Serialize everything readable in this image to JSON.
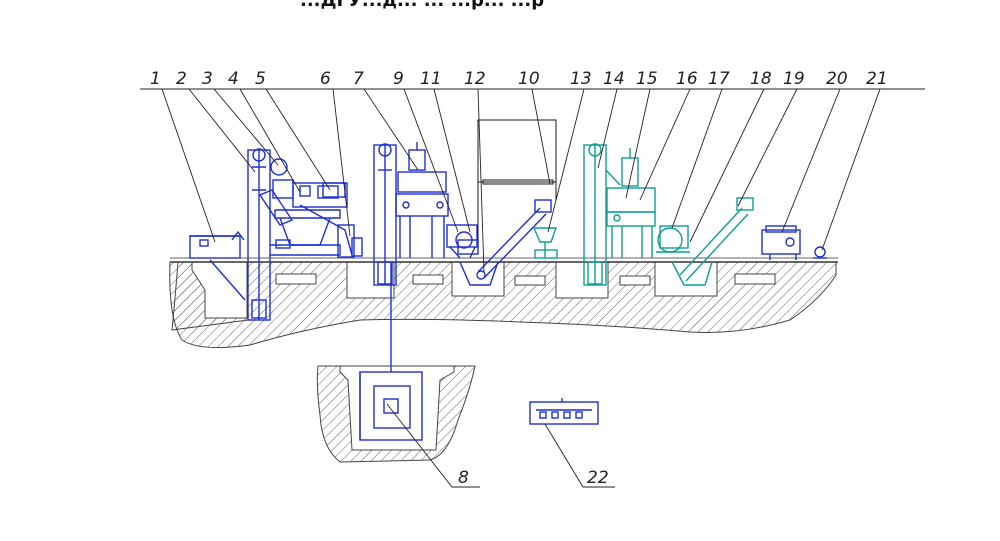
{
  "heading_fragment": "...ДГУ...д... ... ...р... ...р",
  "callouts": {
    "c1": "1",
    "c2": "2",
    "c3": "3",
    "c4": "4",
    "c5": "5",
    "c6": "6",
    "c7": "7",
    "c9": "9",
    "c11": "11",
    "c12": "12",
    "c10": "10",
    "c13": "13",
    "c14": "14",
    "c15": "15",
    "c16": "16",
    "c17": "17",
    "c18": "18",
    "c19": "19",
    "c20": "20",
    "c21": "21",
    "c8": "8",
    "c22": "22"
  },
  "colors": {
    "equipment_primary": "#1f2fd0",
    "equipment_secondary": "#0e9e96",
    "ground_hatch": "#555555",
    "leader_lines": "#1a1a1a"
  }
}
